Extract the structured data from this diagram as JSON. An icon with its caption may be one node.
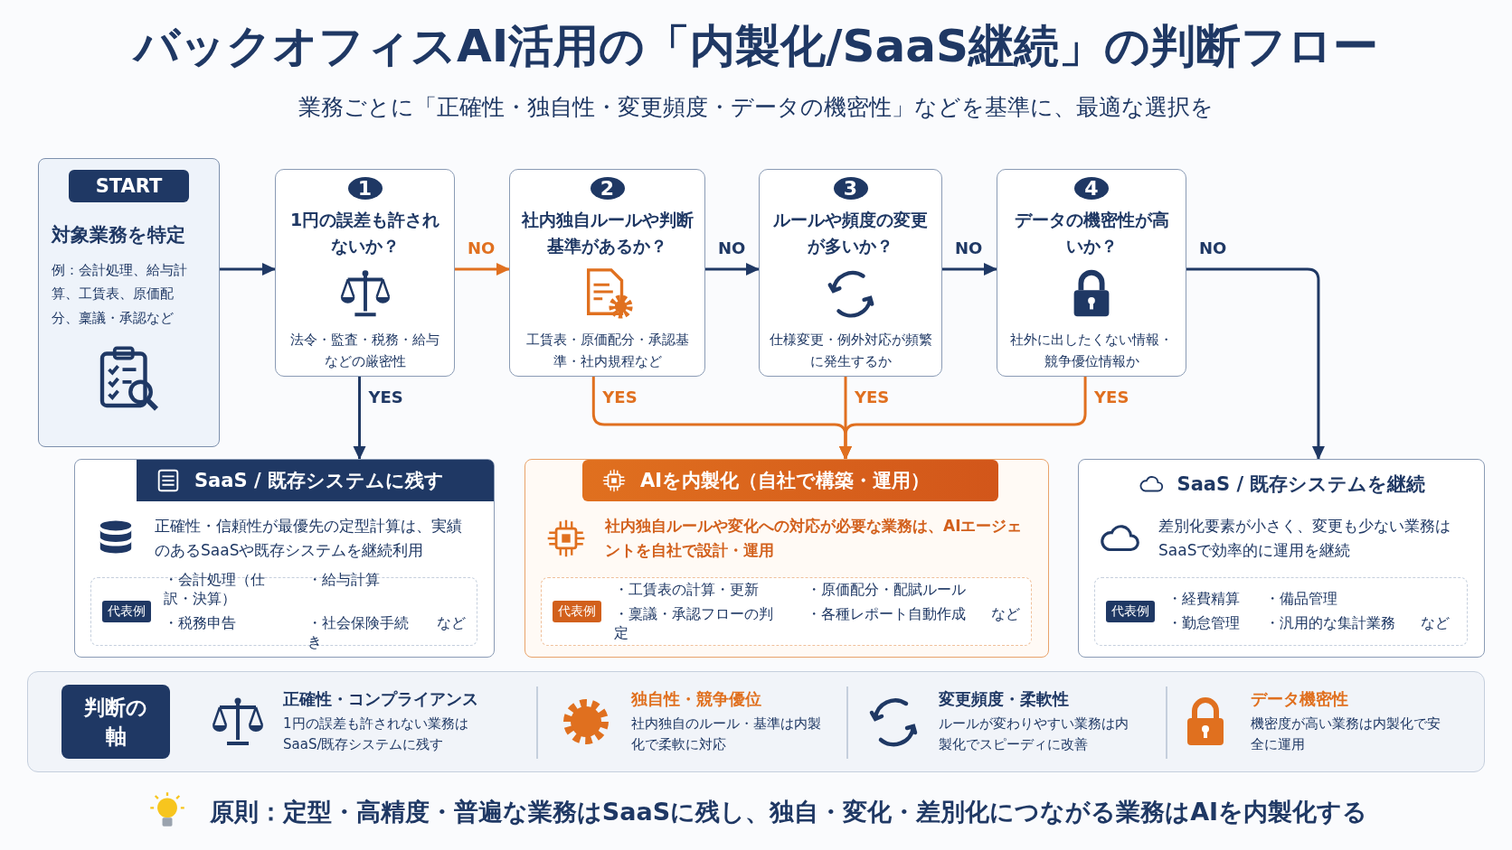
{
  "diagram": {
    "title": "バックオフィスAI活用の「内製化/SaaS継続」の判断フロー",
    "nodes": [
      {
        "text": [
          "START",
          "対象業務を特定",
          "例：会計処理、給与計算、工賃表、原価配分、稟議・承認など"
        ]
      },
      {
        "text": [
          "1",
          "1円の誤差も許されないか？",
          "法令・監査・税務・給与などの厳密性"
        ]
      },
      {
        "text": [
          "2",
          "社内独自ルールや判断基準があるか？",
          "工賃表・原価配分・承認基準・社内規程など"
        ]
      },
      {
        "text": [
          "3",
          "ルールや頻度の変更が多いか？",
          "仕様変更・例外対応が頻繁に発生するか"
        ]
      },
      {
        "text": [
          "4",
          "データの機密性が高いか？",
          "社外に出したくない情報・競争優位情報か"
        ]
      },
      {
        "text": [
          "SaaS / 既存システムに残す",
          "正確性・信頼性が最優先の定型計算は、実績のあるSaaSや既存システムを継続利用"
        ]
      },
      {
        "text": [
          "代表例",
          "・会計処理（仕訳・決算）",
          "・給与計算",
          "・税務申告",
          "・社会保険手続き",
          "など"
        ],
        "in": 5
      },
      {
        "text": [
          "AIを内製化（自社で構築・運用）",
          "社内独自ルールや変化への対応が必要な業務は、AIエージェントを自社で設計・運用"
        ]
      },
      {
        "text": [
          "代表例",
          "・工賃表の計算・更新",
          "・原価配分・配賦ルール",
          "・稟議・承認フローの判定",
          "・各種レポート自動作成",
          "など"
        ],
        "in": 7
      },
      {
        "text": [
          "SaaS / 既存システムを継続",
          "差別化要素が小さく、変更も少ない業務はSaaSで効率的に運用を継続"
        ]
      },
      {
        "text": [
          "代表例",
          "・経費精算",
          "・備品管理",
          "・勤怠管理",
          "・汎用的な集計業務",
          "など"
        ],
        "in": 9
      },
      {
        "text": [],
        "shape": "box"
      },
      {
        "text": [
          "判断の軸"
        ],
        "in": 11
      },
      {
        "text": [
          "正確性・コンプライアンス",
          "1円の誤差も許されない業務はSaaS/既存システムに残す"
        ],
        "in": 11
      },
      {
        "text": [
          "独自性・競争優位",
          "社内独自のルール・基準は内製化で柔軟に対応"
        ],
        "in": 11
      },
      {
        "text": [
          "変更頻度・柔軟性",
          "ルールが変わりやすい業務は内製化でスピーディに改善"
        ],
        "in": 11
      },
      {
        "text": [
          "データ機密性",
          "機密度が高い業務は内製化で安全に運用"
        ],
        "in": 11
      }
    ],
    "edges": [
      {
        "from": 0,
        "to": 1,
        "arrow": "to"
      },
      {
        "from": 1,
        "to": 2,
        "arrow": "to",
        "label": "NO",
        "color": "#e07020"
      },
      {
        "from": 2,
        "to": 3,
        "arrow": "to",
        "label": "NO"
      },
      {
        "from": 3,
        "to": 4,
        "arrow": "to",
        "label": "NO"
      },
      {
        "from": 4,
        "to": 9,
        "arrow": "to",
        "label": "NO"
      },
      {
        "from": 1,
        "to": 5,
        "arrow": "to",
        "label": "YES"
      },
      {
        "from": 2,
        "to": 7,
        "arrow": "to",
        "label": "YES",
        "color": "#e07020"
      },
      {
        "from": 3,
        "to": 7,
        "arrow": "to",
        "label": "YES",
        "color": "#e07020"
      },
      {
        "from": 4,
        "to": 7,
        "arrow": "to",
        "label": "YES",
        "color": "#e07020"
      }
    ],
    "labels": [
      "業務ごとに「正確性・独自性・変更頻度・データの機密性」などを基準に、最適な選択を",
      "原則：定型・高精度・普遍な業務はSaaSに残し、独自・変化・差別化につながる業務はAIを内製化する"
    ]
  }
}
